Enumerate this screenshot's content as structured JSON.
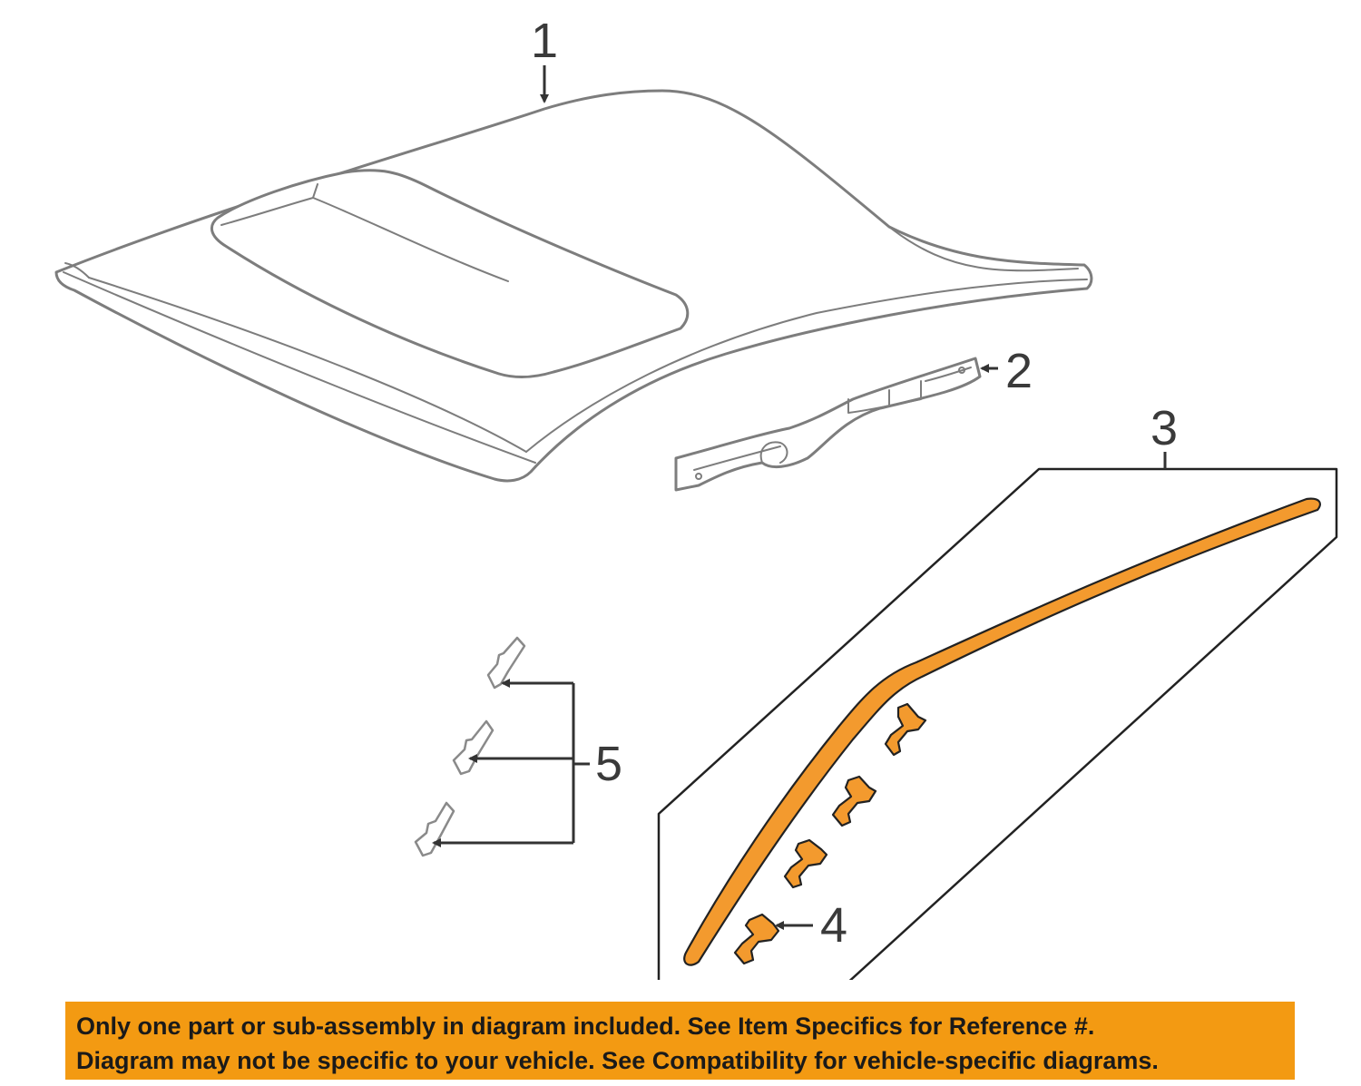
{
  "callouts": {
    "c1": "1",
    "c2": "2",
    "c3": "3",
    "c4": "4",
    "c5": "5"
  },
  "notice": {
    "line1": "Only one part or sub-assembly in diagram included. See Item Specifics for Reference #.",
    "line2": "Diagram may not be specific to your vehicle. See Compatibility for vehicle-specific diagrams."
  },
  "colors": {
    "highlight_part": "#f39a2e",
    "notice_background": "#f39a12",
    "line_art": "#7d7d7d"
  }
}
